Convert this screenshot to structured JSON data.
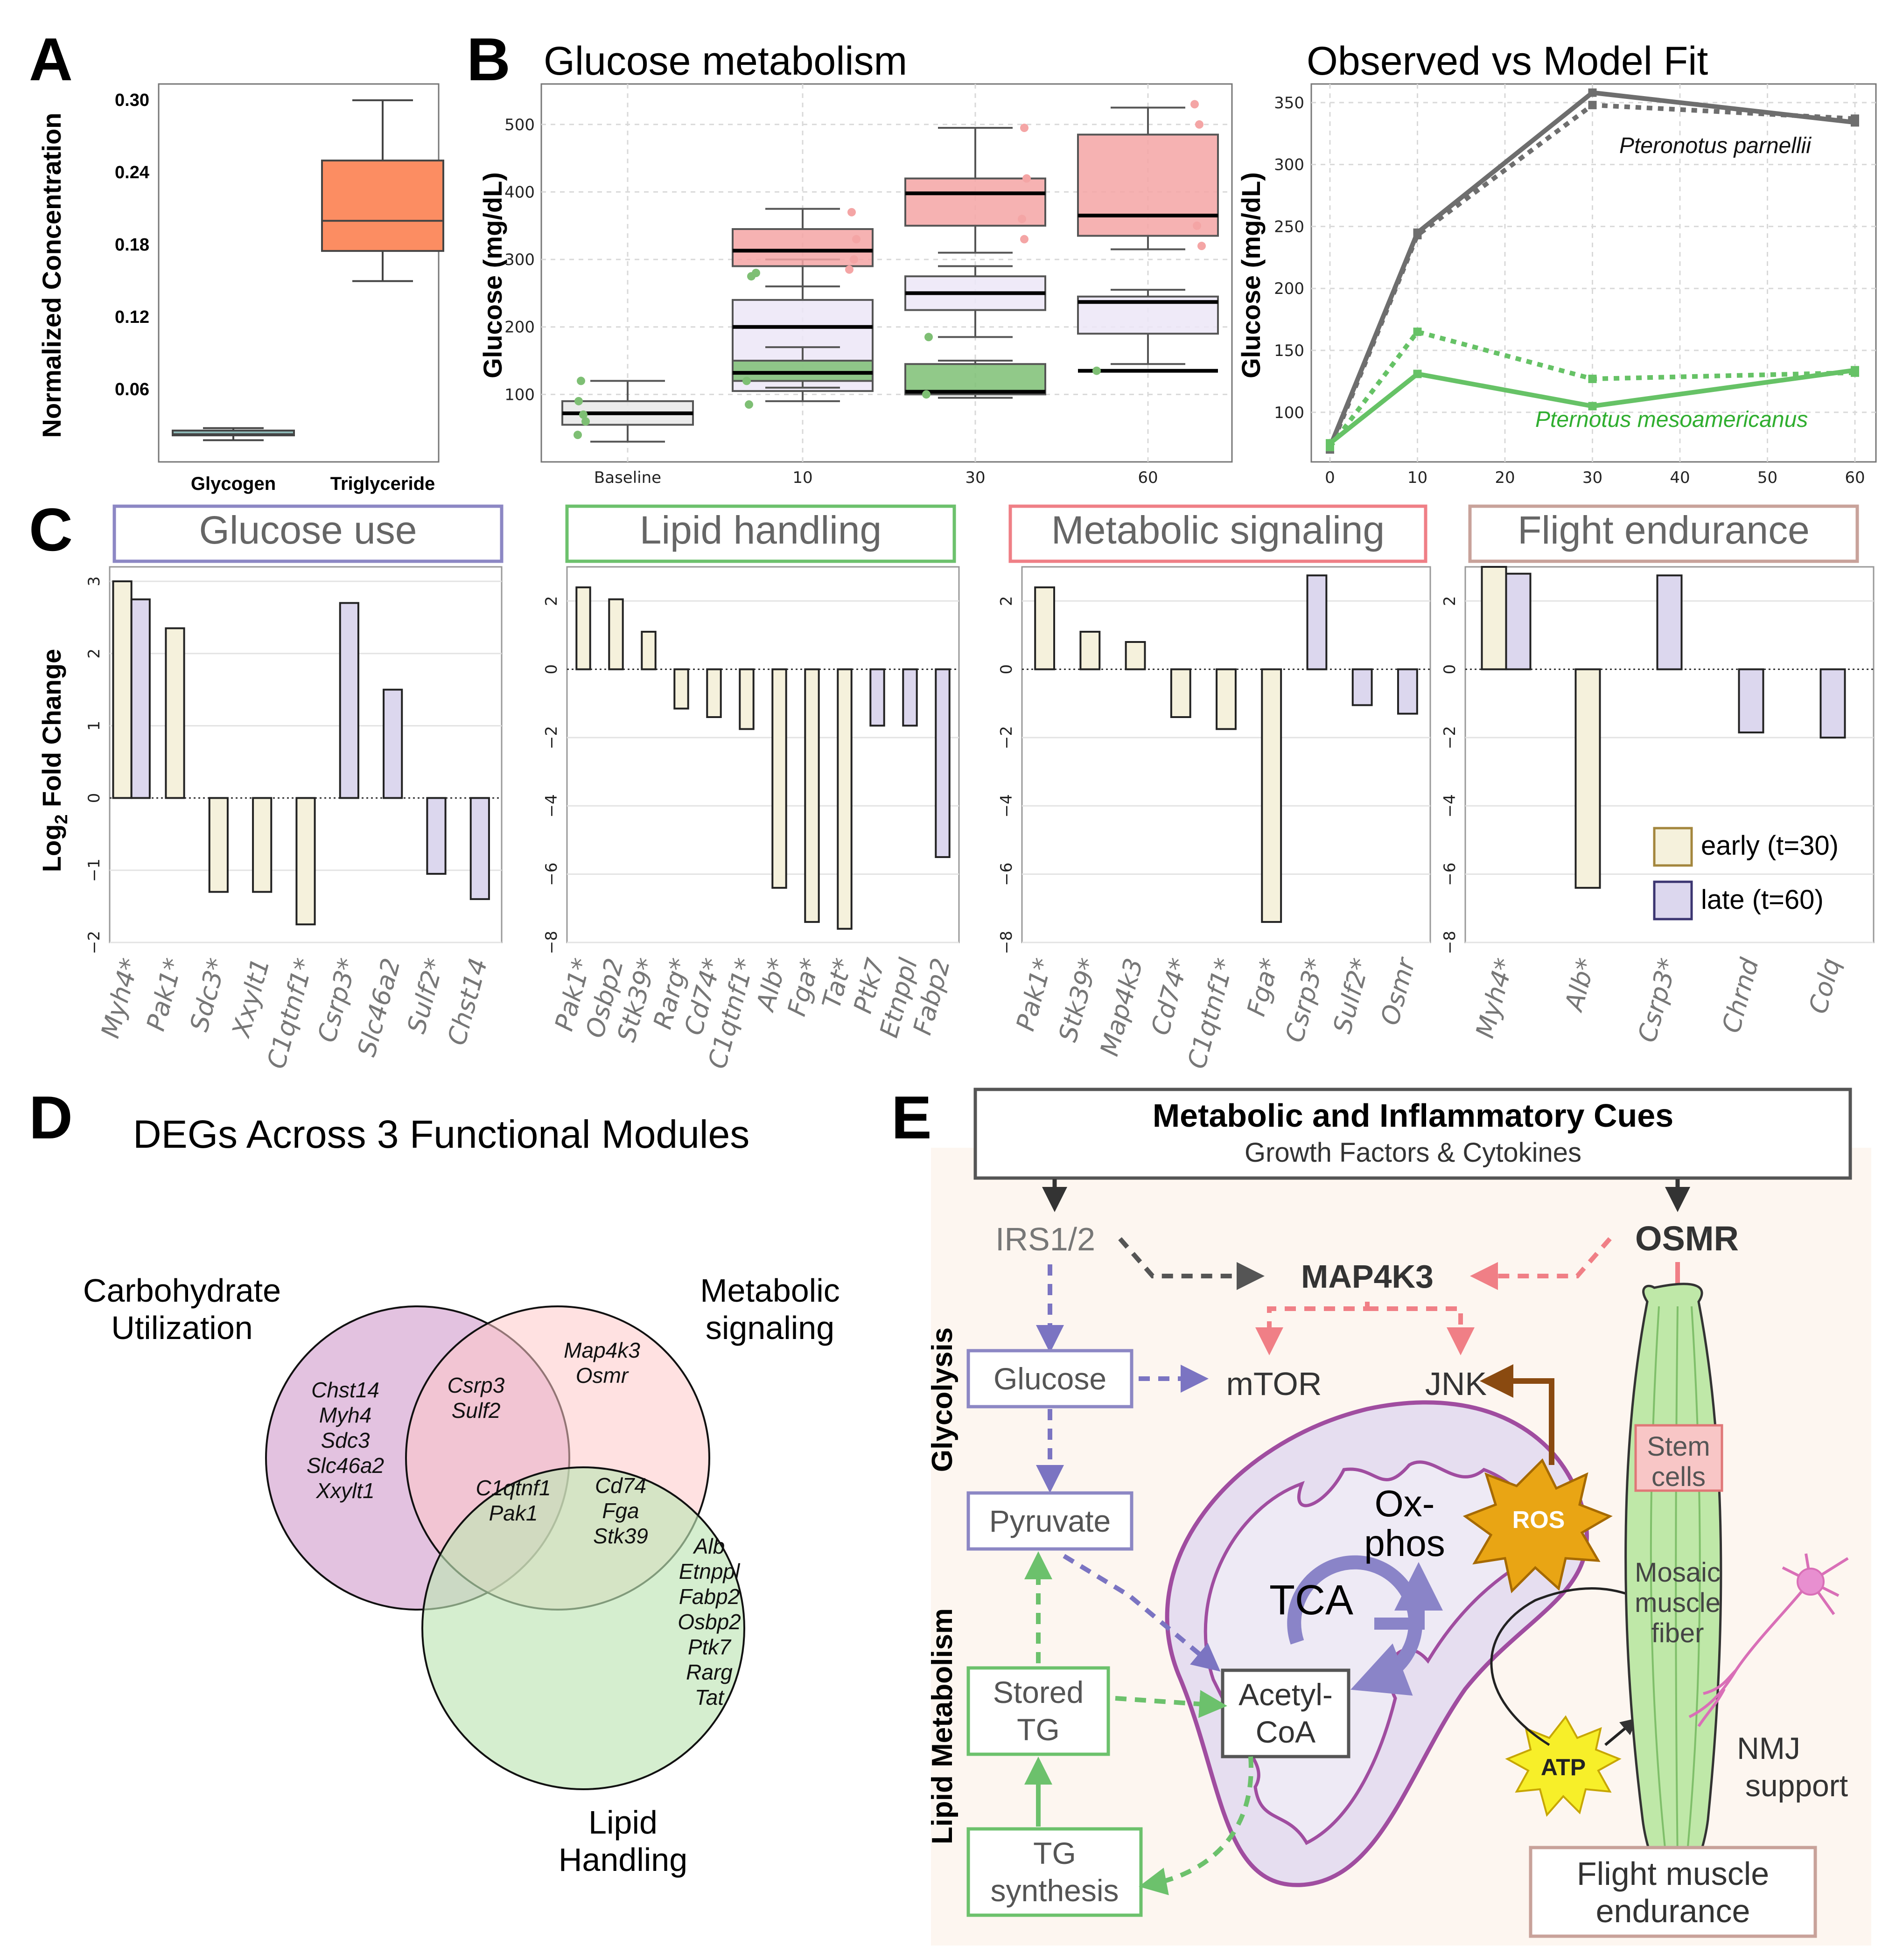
{
  "panels": {
    "A": "A",
    "B": "B",
    "C": "C",
    "D": "D",
    "E": "E"
  },
  "panelA": {
    "ylabel": "Normalized Concentration",
    "yticks": [
      "0.06",
      "0.12",
      "0.18",
      "0.24",
      "0.30"
    ],
    "ytick_values": [
      0.06,
      0.12,
      0.18,
      0.24,
      0.3
    ],
    "categories": [
      "Glycogen",
      "Triglyceride"
    ],
    "colors": {
      "Glycogen": "#8fbcbb",
      "Triglyceride": "#fc8d62"
    },
    "boxes": [
      {
        "name": "Glycogen",
        "whislo": 0.018,
        "q1": 0.022,
        "med": 0.023,
        "q3": 0.026,
        "whishi": 0.028
      },
      {
        "name": "Triglyceride",
        "whislo": 0.15,
        "q1": 0.175,
        "med": 0.2,
        "q3": 0.25,
        "whishi": 0.3
      }
    ]
  },
  "panelB": {
    "title_left": "Glucose metabolism",
    "title_right": "Observed vs Model Fit",
    "ylabel": "Glucose (mg/dL)",
    "left_yticks": [
      "100",
      "200",
      "300",
      "400",
      "500"
    ],
    "left_xticks": [
      "Baseline",
      "10",
      "30",
      "60"
    ],
    "right_yticks": [
      "100",
      "150",
      "200",
      "250",
      "300",
      "350"
    ],
    "right_xticks": [
      "0",
      "10",
      "20",
      "30",
      "40",
      "50",
      "60"
    ],
    "species_grey": "Pteronotus parnellii",
    "species_green": "Pternotus mesoamericanus"
  },
  "panelC": {
    "ylabel_main": "Log",
    "ylabel_sub": "2",
    "ylabel_rest": " Fold Change",
    "modules": [
      {
        "title": "Glucose use",
        "color": "#8c87c4"
      },
      {
        "title": "Lipid handling",
        "color": "#6cc16c"
      },
      {
        "title": "Metabolic signaling",
        "color": "#ef7f86"
      },
      {
        "title": "Flight endurance",
        "color": "#c8a29a"
      }
    ],
    "legend_early": "early (t=30)",
    "legend_late": "late (t=60)",
    "ticks_first": [
      "3",
      "2",
      "1",
      "0",
      "−1",
      "−2"
    ],
    "ticks_other": [
      "2",
      "0",
      "−2",
      "−4",
      "−6",
      "−8"
    ]
  },
  "chart_data": [
    {
      "type": "bar",
      "title": "Glucose use",
      "ylabel": "Log2 Fold Change",
      "ylim": [
        -2,
        3.2
      ],
      "categories": [
        "Myh4*",
        "Pak1*",
        "Sdc3*",
        "Xxylt1",
        "C1qtnf1*",
        "Csrp3*",
        "Slc46a2",
        "Sulf2*",
        "Chst14"
      ],
      "series": [
        {
          "name": "early (t=30)",
          "values": [
            3.0,
            2.35,
            -1.3,
            -1.3,
            -1.75,
            null,
            null,
            null,
            null
          ]
        },
        {
          "name": "late (t=60)",
          "values": [
            2.75,
            null,
            null,
            null,
            null,
            2.7,
            1.5,
            -1.05,
            -1.4
          ]
        }
      ]
    },
    {
      "type": "bar",
      "title": "Lipid handling",
      "ylim": [
        -8,
        3
      ],
      "categories": [
        "Pak1*",
        "Osbp2",
        "Stk39*",
        "Rarg*",
        "Cd74*",
        "C1qtnf1*",
        "Alb*",
        "Fga*",
        "Tat*",
        "Ptk7",
        "Etnppl",
        "Fabp2"
      ],
      "series": [
        {
          "name": "early (t=30)",
          "values": [
            2.4,
            2.05,
            1.1,
            -1.15,
            -1.4,
            -1.75,
            -6.4,
            -7.4,
            -7.6,
            null,
            null,
            null
          ]
        },
        {
          "name": "late (t=60)",
          "values": [
            null,
            null,
            null,
            null,
            null,
            null,
            null,
            null,
            null,
            -1.65,
            -1.65,
            -5.5
          ]
        }
      ]
    },
    {
      "type": "bar",
      "title": "Metabolic signaling",
      "ylim": [
        -8,
        3
      ],
      "categories": [
        "Pak1*",
        "Stk39*",
        "Map4k3",
        "Cd74*",
        "C1qtnf1*",
        "Fga*",
        "Csrp3*",
        "Sulf2*",
        "Osmr"
      ],
      "series": [
        {
          "name": "early (t=30)",
          "values": [
            2.4,
            1.1,
            0.8,
            -1.4,
            -1.75,
            -7.4,
            null,
            null,
            null
          ]
        },
        {
          "name": "late (t=60)",
          "values": [
            null,
            null,
            null,
            null,
            null,
            null,
            2.75,
            -1.05,
            -1.3
          ]
        }
      ]
    },
    {
      "type": "bar",
      "title": "Flight endurance",
      "ylim": [
        -8,
        3
      ],
      "categories": [
        "Myh4*",
        "Alb*",
        "Csrp3*",
        "Chrnd",
        "Colq"
      ],
      "series": [
        {
          "name": "early (t=30)",
          "values": [
            3.0,
            -6.4,
            null,
            null,
            null
          ]
        },
        {
          "name": "late (t=60)",
          "values": [
            2.8,
            null,
            2.75,
            -1.85,
            -2.0
          ]
        }
      ]
    },
    {
      "type": "line",
      "title": "Observed vs Model Fit",
      "ylabel": "Glucose (mg/dL)",
      "x": [
        0,
        10,
        30,
        60
      ],
      "xlim": [
        0,
        60
      ],
      "ylim": [
        60,
        365
      ],
      "series": [
        {
          "name": "Pteronotus parnellii",
          "values": [
            72,
            245,
            358,
            334
          ],
          "color": "#6e6e6e"
        },
        {
          "name": "Pteronotus parnellii",
          "values": [
            70,
            243,
            348,
            337
          ],
          "color": "#6e6e6e",
          "dashed": true
        },
        {
          "name": "Pternotus mesoamericanus",
          "values": [
            75,
            131,
            105,
            134
          ],
          "color": "#66c266"
        },
        {
          "name": "Pternotus mesoamericanus",
          "values": [
            72,
            165,
            127,
            132
          ],
          "color": "#66c266",
          "dashed": true
        }
      ]
    }
  ],
  "panelD": {
    "title": "DEGs Across 3 Functional Modules",
    "label_carb_1": "Carbohydrate",
    "label_carb_2": "Utilization",
    "label_meta_1": "Metabolic",
    "label_meta_2": "signaling",
    "label_lipid_1": "Lipid",
    "label_lipid_2": "Handling",
    "carb_only": [
      "Chst14",
      "Myh4",
      "Sdc3",
      "Slc46a2",
      "Xxylt1"
    ],
    "carb_meta": [
      "Csrp3",
      "Sulf2"
    ],
    "meta_only": [
      "Map4k3",
      "Osmr"
    ],
    "all_three": [
      "C1qtnf1",
      "Pak1"
    ],
    "meta_lipid": [
      "Cd74",
      "Fga",
      "Stk39"
    ],
    "lipid_only": [
      "Alb",
      "Etnppl",
      "Fabp2",
      "Osbp2",
      "Ptk7",
      "Rarg",
      "Tat"
    ]
  },
  "panelE": {
    "top_title": "Metabolic and Inflammatory Cues",
    "top_sub": "Growth Factors & Cytokines",
    "irs": "IRS1/2",
    "osmr": "OSMR",
    "map4k3": "MAP4K3",
    "mtor": "mTOR",
    "jnk": "JNK",
    "glucose": "Glucose",
    "pyruvate": "Pyruvate",
    "stored_1": "Stored",
    "stored_2": "TG",
    "tg_1": "TG",
    "tg_2": "synthesis",
    "acetyl_1": "Acetyl-",
    "acetyl_2": "CoA",
    "tca": "TCA",
    "oxphos_1": "Ox-",
    "oxphos_2": "phos",
    "ros": "ROS",
    "atp": "ATP",
    "stem_1": "Stem",
    "stem_2": "cells",
    "mosaic_1": "Mosaic",
    "mosaic_2": "muscle",
    "mosaic_3": "fiber",
    "nmj_1": "NMJ",
    "nmj_2": "support",
    "flight_1": "Flight muscle",
    "flight_2": "endurance",
    "glycolysis": "Glycolysis",
    "lipid_metabolism": "Lipid Metabolism"
  }
}
